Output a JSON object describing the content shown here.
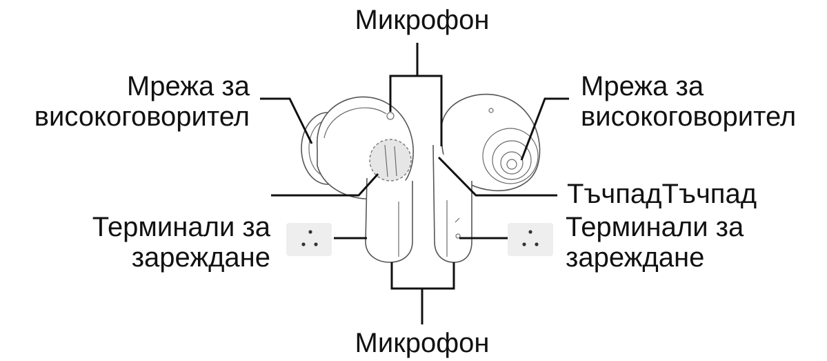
{
  "labels": {
    "mic_top": "Микрофон",
    "mic_bottom": "Микрофон",
    "speaker_left_l1": "Мрежа за",
    "speaker_left_l2": "високоговорител",
    "speaker_right_l1": "Мрежа за",
    "speaker_right_l2": "високоговорител",
    "touchpad": "ТъчпадТъчпад",
    "terminals_left_l1": "Терминали за",
    "terminals_left_l2": "зареждане",
    "terminals_right_l1": "Терминали за",
    "terminals_right_l2": "зареждане"
  },
  "colors": {
    "text": "#111111",
    "outline": "#555555",
    "touch_area": "#e6e6e6",
    "terminal_pad": "#eeeeee"
  }
}
